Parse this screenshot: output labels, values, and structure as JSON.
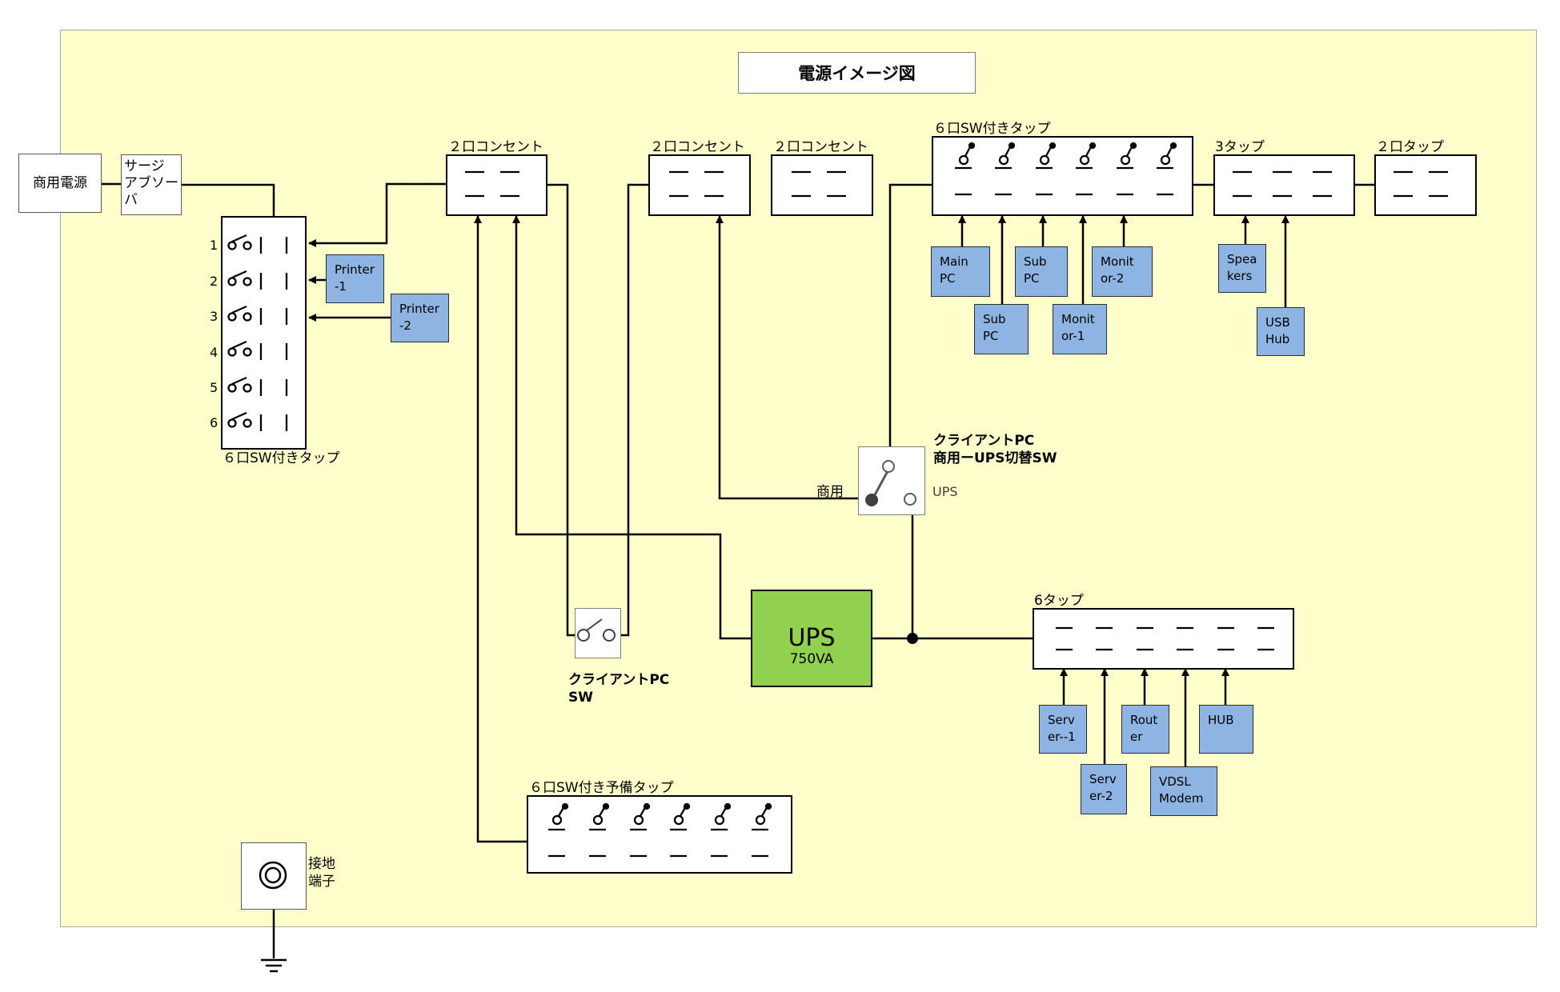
{
  "diagram": {
    "title": "電源イメージ図",
    "commercial_power": "商用電源",
    "surge_absorber": [
      "サージ",
      "アブソー",
      "バ"
    ],
    "tap6_left": {
      "label": "６口SW付きタップ",
      "slots": [
        "1",
        "2",
        "3",
        "4",
        "5",
        "6"
      ]
    },
    "printers": [
      "Printer\n-1",
      "Printer\n-2"
    ],
    "outlet_a": "２口コンセント",
    "outlet_b": "２口コンセント",
    "outlet_c": "２口コンセント",
    "tap6_top": "６口SW付きタップ",
    "tap3": "3タップ",
    "tap2": "２口タップ",
    "top_devices": [
      "Main\nPC",
      "Sub\nPC",
      "Sub\nPC",
      "Monit\nor-1",
      "Monit\nor-2",
      "Spea\nkers",
      "USB\nHub"
    ],
    "client_switch": {
      "title": [
        "クライアントPC",
        "商用ーUPS切替SW"
      ],
      "commercial": "商用",
      "ups": "UPS"
    },
    "client_pc_sw": [
      "クライアントPC",
      "SW"
    ],
    "ups": {
      "name": "UPS",
      "capacity": "750VA"
    },
    "tap6_ups": "6タップ",
    "ups_devices": [
      "Serv\ner--1",
      "Serv\ner-2",
      "Rout\ner",
      "VDSL\nModem",
      "HUB"
    ],
    "spare_tap": "６口SW付き予備タップ",
    "ground": [
      "接地",
      "端子"
    ]
  }
}
